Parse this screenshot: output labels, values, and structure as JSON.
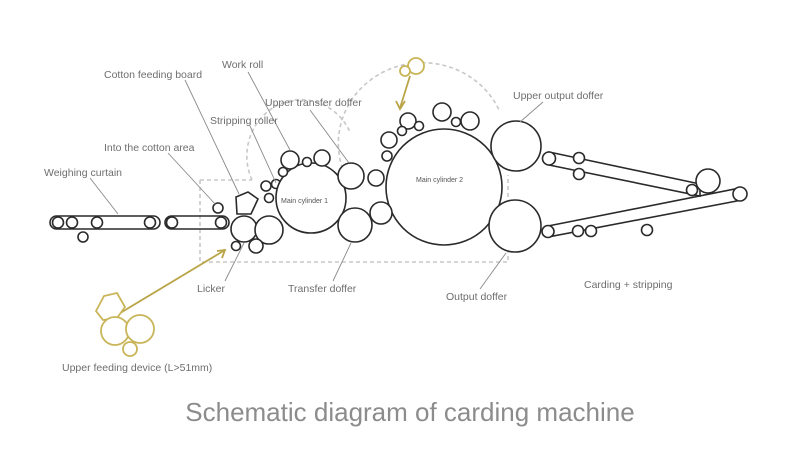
{
  "labels": {
    "cotton_feeding_board": "Cotton feeding board",
    "work_roll": "Work roll",
    "upper_transfer_doffer": "Upper transfer doffer",
    "upper_output_doffer": "Upper output doffer",
    "stripping_roller": "Stripping roller",
    "into_cotton_area": "Into the cotton area",
    "weighing_curtain": "Weighing curtain",
    "main_cylinder_1": "Main cylinder 1",
    "main_cylinder_2": "Main cylinder 2",
    "licker": "Licker",
    "transfer_doffer": "Transfer doffer",
    "output_doffer": "Output doffer",
    "carding_stripping": "Carding + stripping",
    "upper_feeding_device": "Upper feeding device (L>51mm)"
  },
  "title": "Schematic diagram of carding machine",
  "colors": {
    "line": "#2a2a2a",
    "label": "#6e6e6e",
    "dashed_outline": "#c8c8c8",
    "feeding_device": "#c9b558",
    "title": "#8c8c8c"
  }
}
